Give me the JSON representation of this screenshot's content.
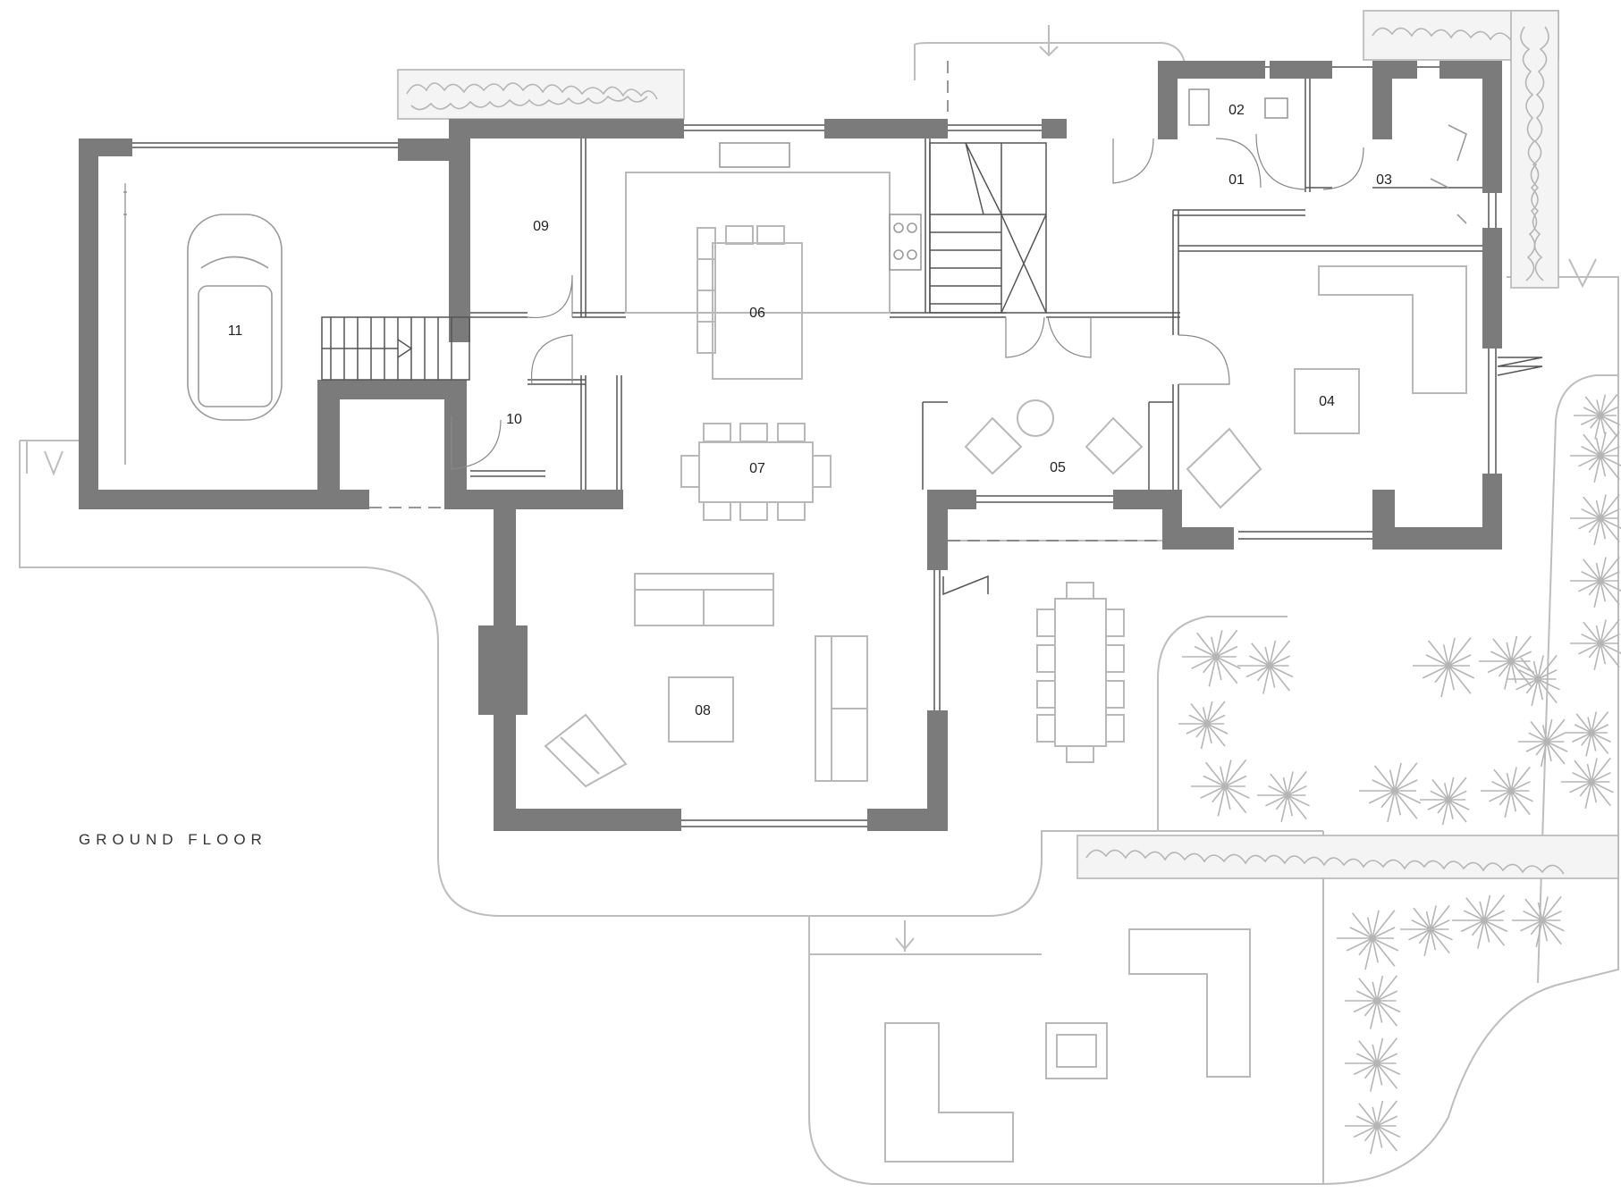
{
  "plan": {
    "title": "GROUND FLOOR",
    "rooms": [
      "01",
      "02",
      "03",
      "04",
      "05",
      "06",
      "07",
      "08",
      "09",
      "10",
      "11"
    ]
  },
  "colors": {
    "wall": "#7b7b7b",
    "furniture": "#b8b8b8",
    "linework": "#555555"
  }
}
